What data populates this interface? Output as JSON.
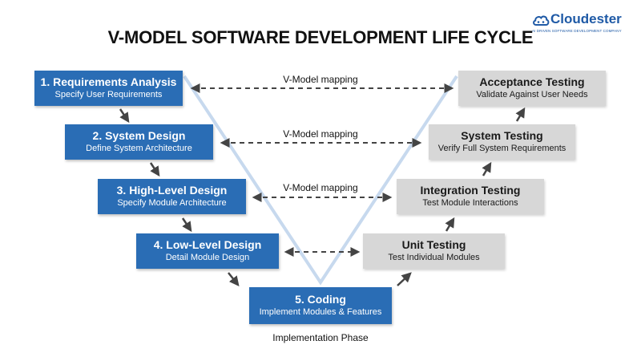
{
  "title": "V-MODEL SOFTWARE DEVELOPMENT LIFE CYCLE",
  "logo": {
    "name": "Cloudester",
    "tagline": "AI DRIVEN SOFTWARE DEVELOPMENT COMPANY"
  },
  "phases_left": [
    {
      "title": "1. Requirements Analysis",
      "subtitle": "Specify User Requirements"
    },
    {
      "title": "2. System Design",
      "subtitle": "Define System Architecture"
    },
    {
      "title": "3. High-Level Design",
      "subtitle": "Specify Module Architecture"
    },
    {
      "title": "4. Low-Level Design",
      "subtitle": "Detail Module Design"
    }
  ],
  "coding": {
    "title": "5. Coding",
    "subtitle": "Implement Modules & Features"
  },
  "phases_right": [
    {
      "title": "Acceptance Testing",
      "subtitle": "Validate Against User Needs"
    },
    {
      "title": "System Testing",
      "subtitle": "Verify Full System Requirements"
    },
    {
      "title": "Integration Testing",
      "subtitle": "Test Module Interactions"
    },
    {
      "title": "Unit Testing",
      "subtitle": "Test Individual Modules"
    }
  ],
  "mapping_labels": [
    "V-Model mapping",
    "V-Model mapping",
    "V-Model mapping"
  ],
  "implementation_label": "Implementation Phase",
  "colors": {
    "design_box": "#2a6db5",
    "testing_box": "#d7d7d7",
    "v_shape": "#c7d9ee",
    "arrow": "#444444"
  }
}
